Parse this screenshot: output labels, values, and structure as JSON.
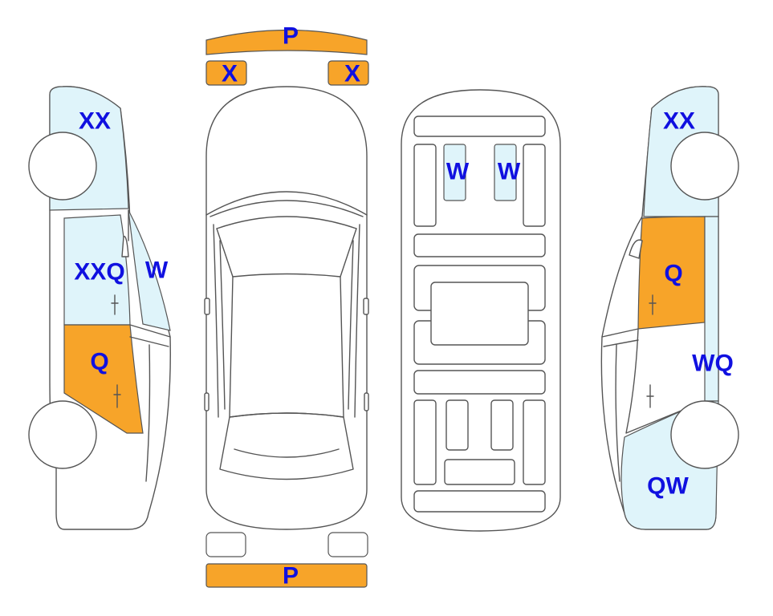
{
  "colors": {
    "light_blue": "#dff4fa",
    "orange": "#f7a429",
    "label_blue": "#1010e0",
    "outline": "#555555"
  },
  "labels": {
    "front_bumper": "P",
    "front_left_light": "X",
    "front_right_light": "X",
    "rear_bumper": "P",
    "left_front_fender": "XX",
    "left_front_door": "XXQ",
    "left_mirror": "W",
    "left_rear_door": "Q",
    "underside_seat_left": "W",
    "underside_seat_right": "W",
    "right_front_fender": "XX",
    "right_door": "Q",
    "right_rear_door": "WQ",
    "right_rear_quarter": "QW"
  }
}
